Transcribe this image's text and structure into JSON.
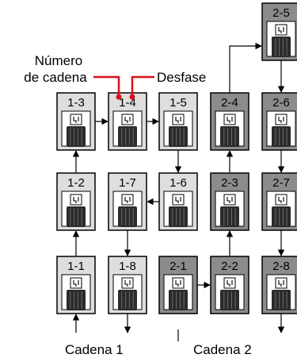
{
  "panels": [
    {
      "id": "1-1",
      "label": "1-1",
      "chain": 1
    },
    {
      "id": "1-2",
      "label": "1-2",
      "chain": 1
    },
    {
      "id": "1-3",
      "label": "1-3",
      "chain": 1
    },
    {
      "id": "1-4",
      "label": "1-4",
      "chain": 1
    },
    {
      "id": "1-5",
      "label": "1-5",
      "chain": 1
    },
    {
      "id": "1-6",
      "label": "1-6",
      "chain": 1
    },
    {
      "id": "1-7",
      "label": "1-7",
      "chain": 1
    },
    {
      "id": "1-8",
      "label": "1-8",
      "chain": 1
    },
    {
      "id": "2-1",
      "label": "2-1",
      "chain": 2
    },
    {
      "id": "2-2",
      "label": "2-2",
      "chain": 2
    },
    {
      "id": "2-3",
      "label": "2-3",
      "chain": 2
    },
    {
      "id": "2-4",
      "label": "2-4",
      "chain": 2
    },
    {
      "id": "2-5",
      "label": "2-5",
      "chain": 2
    },
    {
      "id": "2-6",
      "label": "2-6",
      "chain": 2
    },
    {
      "id": "2-7",
      "label": "2-7",
      "chain": 2
    },
    {
      "id": "2-8",
      "label": "2-8",
      "chain": 2
    }
  ],
  "annotations": {
    "chain_number": [
      "Número",
      "de cadena"
    ],
    "offset": "Desfase"
  },
  "chain_labels": {
    "chain1": "Cadena 1",
    "chain2": "Cadena 2"
  },
  "colors": {
    "chain1_fill": "#dedede",
    "chain2_fill": "#8c8c8c",
    "panel_face": "#ffffff",
    "battery": "#2b2b2b",
    "marker": "#d8101c",
    "line": "#000000"
  }
}
